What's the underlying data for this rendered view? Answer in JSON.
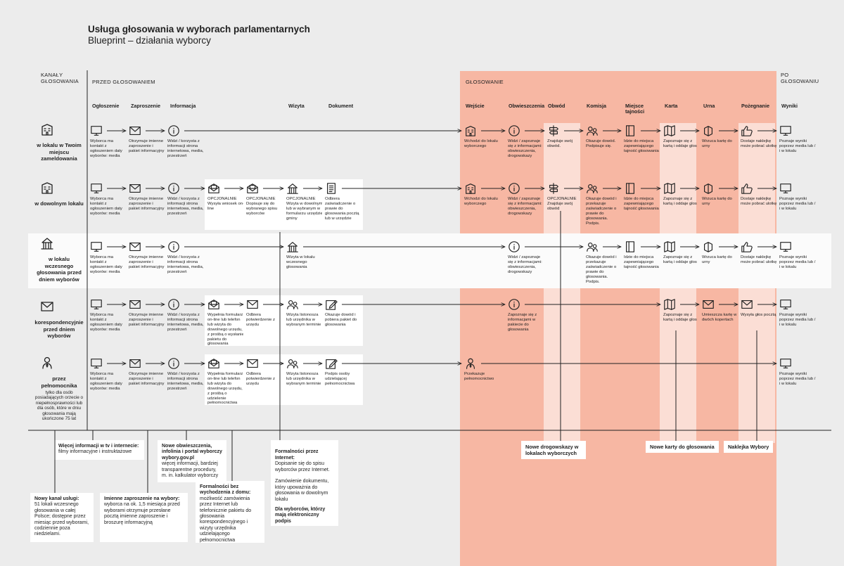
{
  "title": "Usługa głosowania w wyborach parlamentarnych",
  "subtitle": "Blueprint – działania wyborcy",
  "sections": {
    "channels_header": "KANAŁY GŁOSOWANIA",
    "before": "PRZED GŁOSOWANIEM",
    "voting": "GŁOSOWANIE",
    "after": "PO GŁOSOWANIU"
  },
  "stages": [
    "Ogłoszenie",
    "Zaproszenie",
    "Informacja",
    "Wizyta",
    "Dokument",
    "Wejście",
    "Obwieszczenia",
    "Obwód",
    "Komisja",
    "Miejsce tajności",
    "Karta",
    "Urna",
    "Pożegnanie",
    "Wyniki"
  ],
  "channels": [
    {
      "label": "w lokalu w Twoim miejscu zameldowania",
      "icon": "building-icon"
    },
    {
      "label": "w dowolnym lokalu",
      "icon": "building-icon"
    },
    {
      "label": "w lokalu wczesnego głosowania przed dniem wyborów",
      "icon": "town-hall-icon"
    },
    {
      "label": "korespondencyjnie przed dniem wyborów",
      "icon": "envelope-icon"
    },
    {
      "label": "przez pełnomocnika",
      "sub": "tylko dla osób posiadających orzecie o niepełnosprawności lub dla osób, które w dniu głosowania mają ukończone 75 lat",
      "icon": "person-tie-icon"
    }
  ],
  "rows": [
    [
      {
        "icon": "monitor-icon",
        "text": "Wyborca ma kontakt z ogłoszeniem daty wyborów: media"
      },
      {
        "icon": "envelope-icon",
        "text": "Otrzymuje imienne zaproszenie i pakiet informacyjny"
      },
      {
        "icon": "info-icon",
        "text": "Widzi / korzysta z informacji strona internetowa, media, przestrzeń"
      },
      {
        "icon": "building-icon",
        "text": "Wchodzi do lokalu wyborczego",
        "red": 1
      },
      {
        "icon": "info-icon",
        "text": "Widzi / zapoznaje się z informacjami: obwieszczenia, drogowskazy",
        "red": 1
      },
      {
        "icon": "signpost-icon",
        "text": "Znajduje swój obwód.",
        "red": 1
      },
      {
        "icon": "people-icon",
        "text": "Okazuje dowód. Podpisuje się.",
        "red": 1
      },
      {
        "icon": "booth-icon",
        "text": "Idzie do miejsca zapewniającego tajność głosowania",
        "red": 1
      },
      {
        "icon": "map-icon",
        "text": "Zapoznaje się z kartą i oddaje głos",
        "red": 1
      },
      {
        "icon": "ballot-box-icon",
        "text": "Wrzuca kartę do urny",
        "red": 1
      },
      {
        "icon": "thumb-up-icon",
        "text": "Dostaje naklejkę może pobrać ulotkę",
        "red": 1
      },
      {
        "icon": "monitor-icon",
        "text": "Poznaje wyniki poprzez media lub / i w lokalu"
      }
    ],
    [
      {
        "icon": "monitor-icon",
        "text": "Wyborca ma kontakt z ogłoszeniem daty wyborów: media"
      },
      {
        "icon": "envelope-icon",
        "text": "Otrzymuje imienne zaproszenie i pakiet informacyjny"
      },
      {
        "icon": "info-icon",
        "text": "Widzi / korzysta z informacji strona internetowa, media, przestrzeń"
      },
      {
        "icon": "envelope-open-icon",
        "text": "OPCJONALNIE Wysyła wniosek on-line"
      },
      {
        "icon": "envelope-open-icon",
        "text": "OPCJONALNIE Dopisuje się do wybranego spisu wyborców"
      },
      {
        "icon": "town-hall-icon",
        "text": "OPCJONALNIE Wizyta w dowolnym lub w wybranym w formularzu urzędzie gminy"
      },
      {
        "icon": "document-icon",
        "text": "Odbiera zaświadczenie o prawie do głosowania pocztą lub w urzędzie"
      },
      {
        "icon": "building-icon",
        "text": "Wchodzi do lokalu wyborczego",
        "red": 1
      },
      {
        "icon": "info-icon",
        "text": "Widzi / zapoznaje się z informacjami: obwieszczenia, drogowskazy",
        "red": 1
      },
      {
        "icon": "signpost-icon",
        "text": "OPCJONALNIE Znajduje swój obwód",
        "red": 1
      },
      {
        "icon": "people-icon",
        "text": "Okazuje dowód i przekazuje zaświadczenie o prawie do głosowania. Podpis.",
        "red": 1
      },
      {
        "icon": "booth-icon",
        "text": "Idzie do miejsca zapewniającego tajność głosowania",
        "red": 1
      },
      {
        "icon": "map-icon",
        "text": "Zapoznaje się z kartą i oddaje głos",
        "red": 1
      },
      {
        "icon": "ballot-box-icon",
        "text": "Wrzuca kartę do urny",
        "red": 1
      },
      {
        "icon": "thumb-up-icon",
        "text": "Dostaje naklejkę może pobrać ulotkę",
        "red": 1
      },
      {
        "icon": "monitor-icon",
        "text": "Poznaje wyniki poprzez media lub / i w lokalu"
      }
    ],
    [
      {
        "icon": "monitor-icon",
        "text": "Wyborca ma kontakt z ogłoszeniem daty wyborów: media"
      },
      {
        "icon": "envelope-icon",
        "text": "Otrzymuje imienne zaproszenie i pakiet informacyjny"
      },
      {
        "icon": "info-icon",
        "text": "Widzi / korzysta z informacji strona internetowa, media, przestrzeń"
      },
      {
        "icon": "town-hall-icon",
        "text": "Wizyta w lokalu wczesnego głosowania"
      },
      {
        "icon": "info-icon",
        "text": "Widzi / zapoznaje się z informacjami: obwieszczenia, drogowskazy"
      },
      {
        "icon": "people-icon",
        "text": "Okazuje dowód i przekazuje zaświadczenie o prawie do głosowania. Podpis."
      },
      {
        "icon": "booth-icon",
        "text": "Idzie do miejsca zapewniającego tajność głosowania"
      },
      {
        "icon": "map-icon",
        "text": "Zapoznaje się z kartą i oddaje głos"
      },
      {
        "icon": "ballot-box-icon",
        "text": "Wrzuca kartę do urny"
      },
      {
        "icon": "thumb-up-icon",
        "text": "Dostaje naklejkę może pobrać ulotkę"
      },
      {
        "icon": "monitor-icon",
        "text": "Poznaje wyniki poprzez media lub / i w lokalu"
      }
    ],
    [
      {
        "icon": "monitor-icon",
        "text": "Wyborca ma kontakt z ogłoszeniem daty wyborów: media"
      },
      {
        "icon": "envelope-icon",
        "text": "Otrzymuje imienne zaproszenie i pakiet informacyjny"
      },
      {
        "icon": "info-icon",
        "text": "Widzi / korzysta z informacji strona internetowa, media, przestrzeń"
      },
      {
        "icon": "envelope-open-icon",
        "text": "Wypełnia formularz on-line lub telefon lub wizyta do dowolnego urzędu, z prośbą o wysłanie pakietu do głosowania"
      },
      {
        "icon": "envelope-icon",
        "text": "Odbiera potwierdzenie z urzędu"
      },
      {
        "icon": "people-icon",
        "text": "Wizyta listonosza lub urzędnika w wybranym terminie"
      },
      {
        "icon": "pen-icon",
        "text": "Okazuje dowód i pobiera pakiet do głosowania"
      },
      {
        "icon": "info-icon",
        "text": "Zapoznaje się z informacjami w pakiecie do głosowania",
        "red": 1
      },
      {
        "icon": "map-icon",
        "text": "Zapoznaje się z kartą i oddaje głos",
        "red": 1
      },
      {
        "icon": "envelope-icon",
        "text": "Umieszcza kartę w dwóch kopertach",
        "red": 1
      },
      {
        "icon": "envelope-icon",
        "text": "Wysyła głos pocztą",
        "red": 1
      },
      {
        "icon": "monitor-icon",
        "text": "Poznaje wyniki poprzez media lub / i w lokalu"
      }
    ],
    [
      {
        "icon": "monitor-icon",
        "text": "Wyborca ma kontakt z ogłoszeniem daty wyborów: media"
      },
      {
        "icon": "envelope-icon",
        "text": "Otrzymuje imienne zaproszenie i pakiet informacyjny"
      },
      {
        "icon": "info-icon",
        "text": "Widzi / korzysta z informacji strona internetowa, media, przestrzeń"
      },
      {
        "icon": "envelope-open-icon",
        "text": "Wypełnia formularz on-line lub telefon lub wizyta do dowolnego urzędu, z prośbą o udzielenie pełnomocnictwa"
      },
      {
        "icon": "envelope-icon",
        "text": "Odbiera potwierdzenie z urzędu"
      },
      {
        "icon": "people-icon",
        "text": "Wizyta listonosza lub urzędnika w wybranym terminie"
      },
      {
        "icon": "pen-icon",
        "text": "Podpis osoby udzielającej pełnomocnictwa"
      },
      {
        "icon": "person-tie-icon",
        "text": "Przekazuje pełnomocnictwo",
        "red": 1
      },
      {
        "icon": "monitor-icon",
        "text": "Poznaje wyniki poprzez media lub / i w lokalu"
      }
    ]
  ],
  "notes": [
    {
      "title": "Więcej informacji w tv i internecie:",
      "body": "filmy informacyjne i instruktażowe"
    },
    {
      "title": "Nowe obwieszczenia, infolinia i portal wyborczy wybory.gov.pl",
      "body": "więcej informacji, bardziej transparentne procedury, m. in. kalkulator wyborczy"
    },
    {
      "title": "Formalności przez Internet:",
      "body": "Dopisanie się do spisu wyborców przez Internet.\n\nZamówienie dokumentu, który upoważnia do głosowania w dowolnym lokalu",
      "foot": "Dla wyborców, którzy mają elektroniczny podpis"
    },
    {
      "title": "Nowy kanał usługi:",
      "body": "51 lokali wczesnego głosowania w całej Polsce; dostępne przez miesiąc przed wyborami, codziennie poza niedzielami."
    },
    {
      "title": "Imienne zaproszenie na wybory:",
      "body": "wyborca na ok. 1,5 miesiąca przed wyborami otrzymuje przesłane pocztą imienne zaproszenie i broszurę informacyjną"
    },
    {
      "title": "Formalności bez wychodzenia z domu:",
      "body": "możliwość zamówienia przez Internet lub telefonicznie pakietu do głosowania korespondencyjnego i wizyty urzędnika udzielającego pełnomocnictwa"
    }
  ],
  "tags": [
    "Nowe drogowskazy w lokalach wyborczych",
    "Nowe karty do głosowania",
    "Naklejka Wybory"
  ]
}
